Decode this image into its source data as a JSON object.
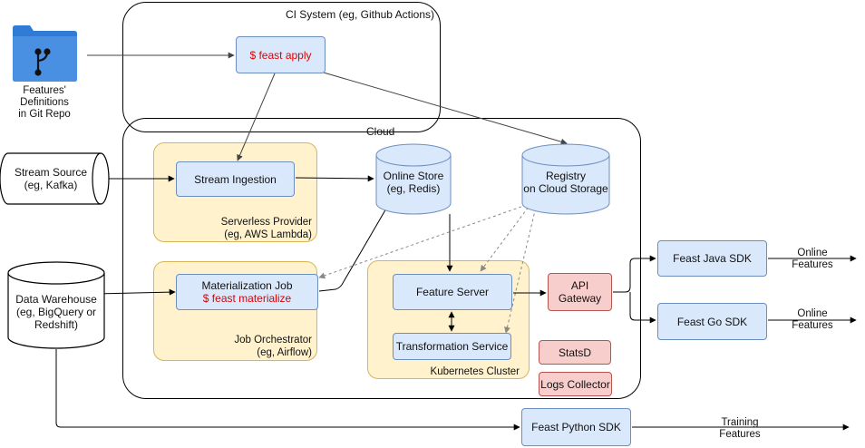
{
  "ci_system": {
    "title": "CI System (eg, Github Actions)",
    "command": "$ feast apply"
  },
  "git_repo": {
    "icon": "git-folder-icon",
    "label_line1": "Features'",
    "label_line2": "Definitions",
    "label_line3": "in Git Repo"
  },
  "cloud": {
    "title": "Cloud"
  },
  "stream_source": {
    "line1": "Stream Source",
    "line2": "(eg, Kafka)"
  },
  "data_warehouse": {
    "line1": "Data Warehouse",
    "line2": "(eg, BigQuery or",
    "line3": "Redshift)"
  },
  "serverless": {
    "node": "Stream Ingestion",
    "line1": "Serverless Provider",
    "line2": "(eg, AWS Lambda)"
  },
  "orchestrator": {
    "node_line1": "Materialization Job",
    "node_line2": "$ feast materialize",
    "line1": "Job Orchestrator",
    "line2": "(eg, Airflow)"
  },
  "online_store": {
    "line1": "Online Store",
    "line2": "(eg, Redis)"
  },
  "registry": {
    "line1": "Registry",
    "line2": "on Cloud Storage"
  },
  "kubernetes": {
    "title": "Kubernetes Cluster",
    "feature_server": "Feature Server",
    "transformation": "Transformation Service"
  },
  "api_gateway": {
    "line1": "API",
    "line2": "Gateway"
  },
  "statsd": "StatsD",
  "logs_collector": "Logs Collector",
  "java_sdk": "Feast Java SDK",
  "go_sdk": "Feast Go SDK",
  "python_sdk": "Feast Python SDK",
  "outputs": {
    "online1_line1": "Online",
    "online1_line2": "Features",
    "online2_line1": "Online",
    "online2_line2": "Features",
    "training_line1": "Training",
    "training_line2": "Features"
  },
  "colors": {
    "node_fill": "#dae8fc",
    "node_stroke": "#6c8ebf",
    "panel_fill": "#fff2cc",
    "panel_stroke": "#d6b656",
    "alert_fill": "#f8cecc",
    "alert_stroke": "#b85450",
    "command_text": "#e00000",
    "folder": "#2f7bd6"
  }
}
